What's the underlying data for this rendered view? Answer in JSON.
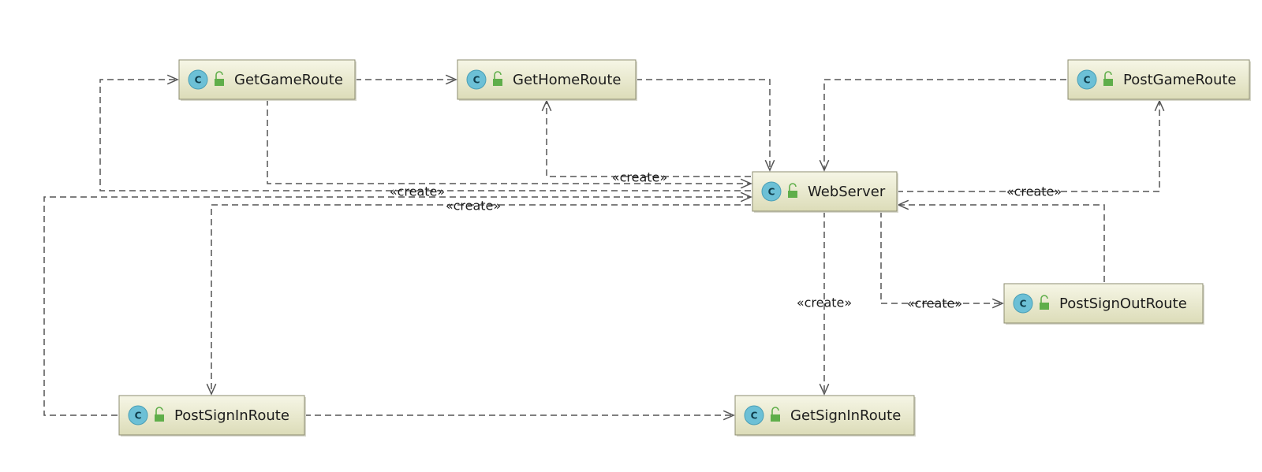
{
  "diagram": {
    "nodes": [
      {
        "id": "GetGameRoute",
        "label": "GetGameRoute",
        "icon_letter": "C",
        "icon": "class-icon",
        "visibility_icon": "public-lock-icon"
      },
      {
        "id": "GetHomeRoute",
        "label": "GetHomeRoute",
        "icon_letter": "C",
        "icon": "class-icon",
        "visibility_icon": "public-lock-icon"
      },
      {
        "id": "PostGameRoute",
        "label": "PostGameRoute",
        "icon_letter": "C",
        "icon": "class-icon",
        "visibility_icon": "public-lock-icon"
      },
      {
        "id": "WebServer",
        "label": "WebServer",
        "icon_letter": "C",
        "icon": "class-icon",
        "visibility_icon": "public-lock-icon"
      },
      {
        "id": "PostSignOutRoute",
        "label": "PostSignOutRoute",
        "icon_letter": "C",
        "icon": "class-icon",
        "visibility_icon": "public-lock-icon"
      },
      {
        "id": "PostSignInRoute",
        "label": "PostSignInRoute",
        "icon_letter": "C",
        "icon": "class-icon",
        "visibility_icon": "public-lock-icon"
      },
      {
        "id": "GetSignInRoute",
        "label": "GetSignInRoute",
        "icon_letter": "C",
        "icon": "class-icon",
        "visibility_icon": "public-lock-icon"
      }
    ],
    "edges": [
      {
        "id": "e1",
        "from": "GetGameRoute",
        "to": "GetHomeRoute",
        "label": ""
      },
      {
        "id": "e2",
        "from": "GetHomeRoute",
        "to": "WebServer",
        "label": ""
      },
      {
        "id": "e3",
        "from": "PostGameRoute",
        "to": "WebServer",
        "label": ""
      },
      {
        "id": "e4",
        "from": "GetGameRoute",
        "to": "WebServer",
        "label": ""
      },
      {
        "id": "e5",
        "from": "WebServer",
        "to": "GetHomeRoute",
        "label": "«create»"
      },
      {
        "id": "e6",
        "from": "WebServer",
        "to": "GetGameRoute",
        "label": "«create»"
      },
      {
        "id": "e7",
        "from": "PostSignInRoute",
        "to": "WebServer",
        "label": ""
      },
      {
        "id": "e8",
        "from": "WebServer",
        "to": "PostSignInRoute",
        "label": "«create»"
      },
      {
        "id": "e9",
        "from": "WebServer",
        "to": "PostGameRoute",
        "label": "«create»"
      },
      {
        "id": "e10",
        "from": "PostSignOutRoute",
        "to": "WebServer",
        "label": ""
      },
      {
        "id": "e11",
        "from": "WebServer",
        "to": "GetSignInRoute",
        "label": "«create»"
      },
      {
        "id": "e12",
        "from": "WebServer",
        "to": "PostSignOutRoute",
        "label": "«create»"
      },
      {
        "id": "e13",
        "from": "PostSignInRoute",
        "to": "GetSignInRoute",
        "label": ""
      }
    ]
  }
}
